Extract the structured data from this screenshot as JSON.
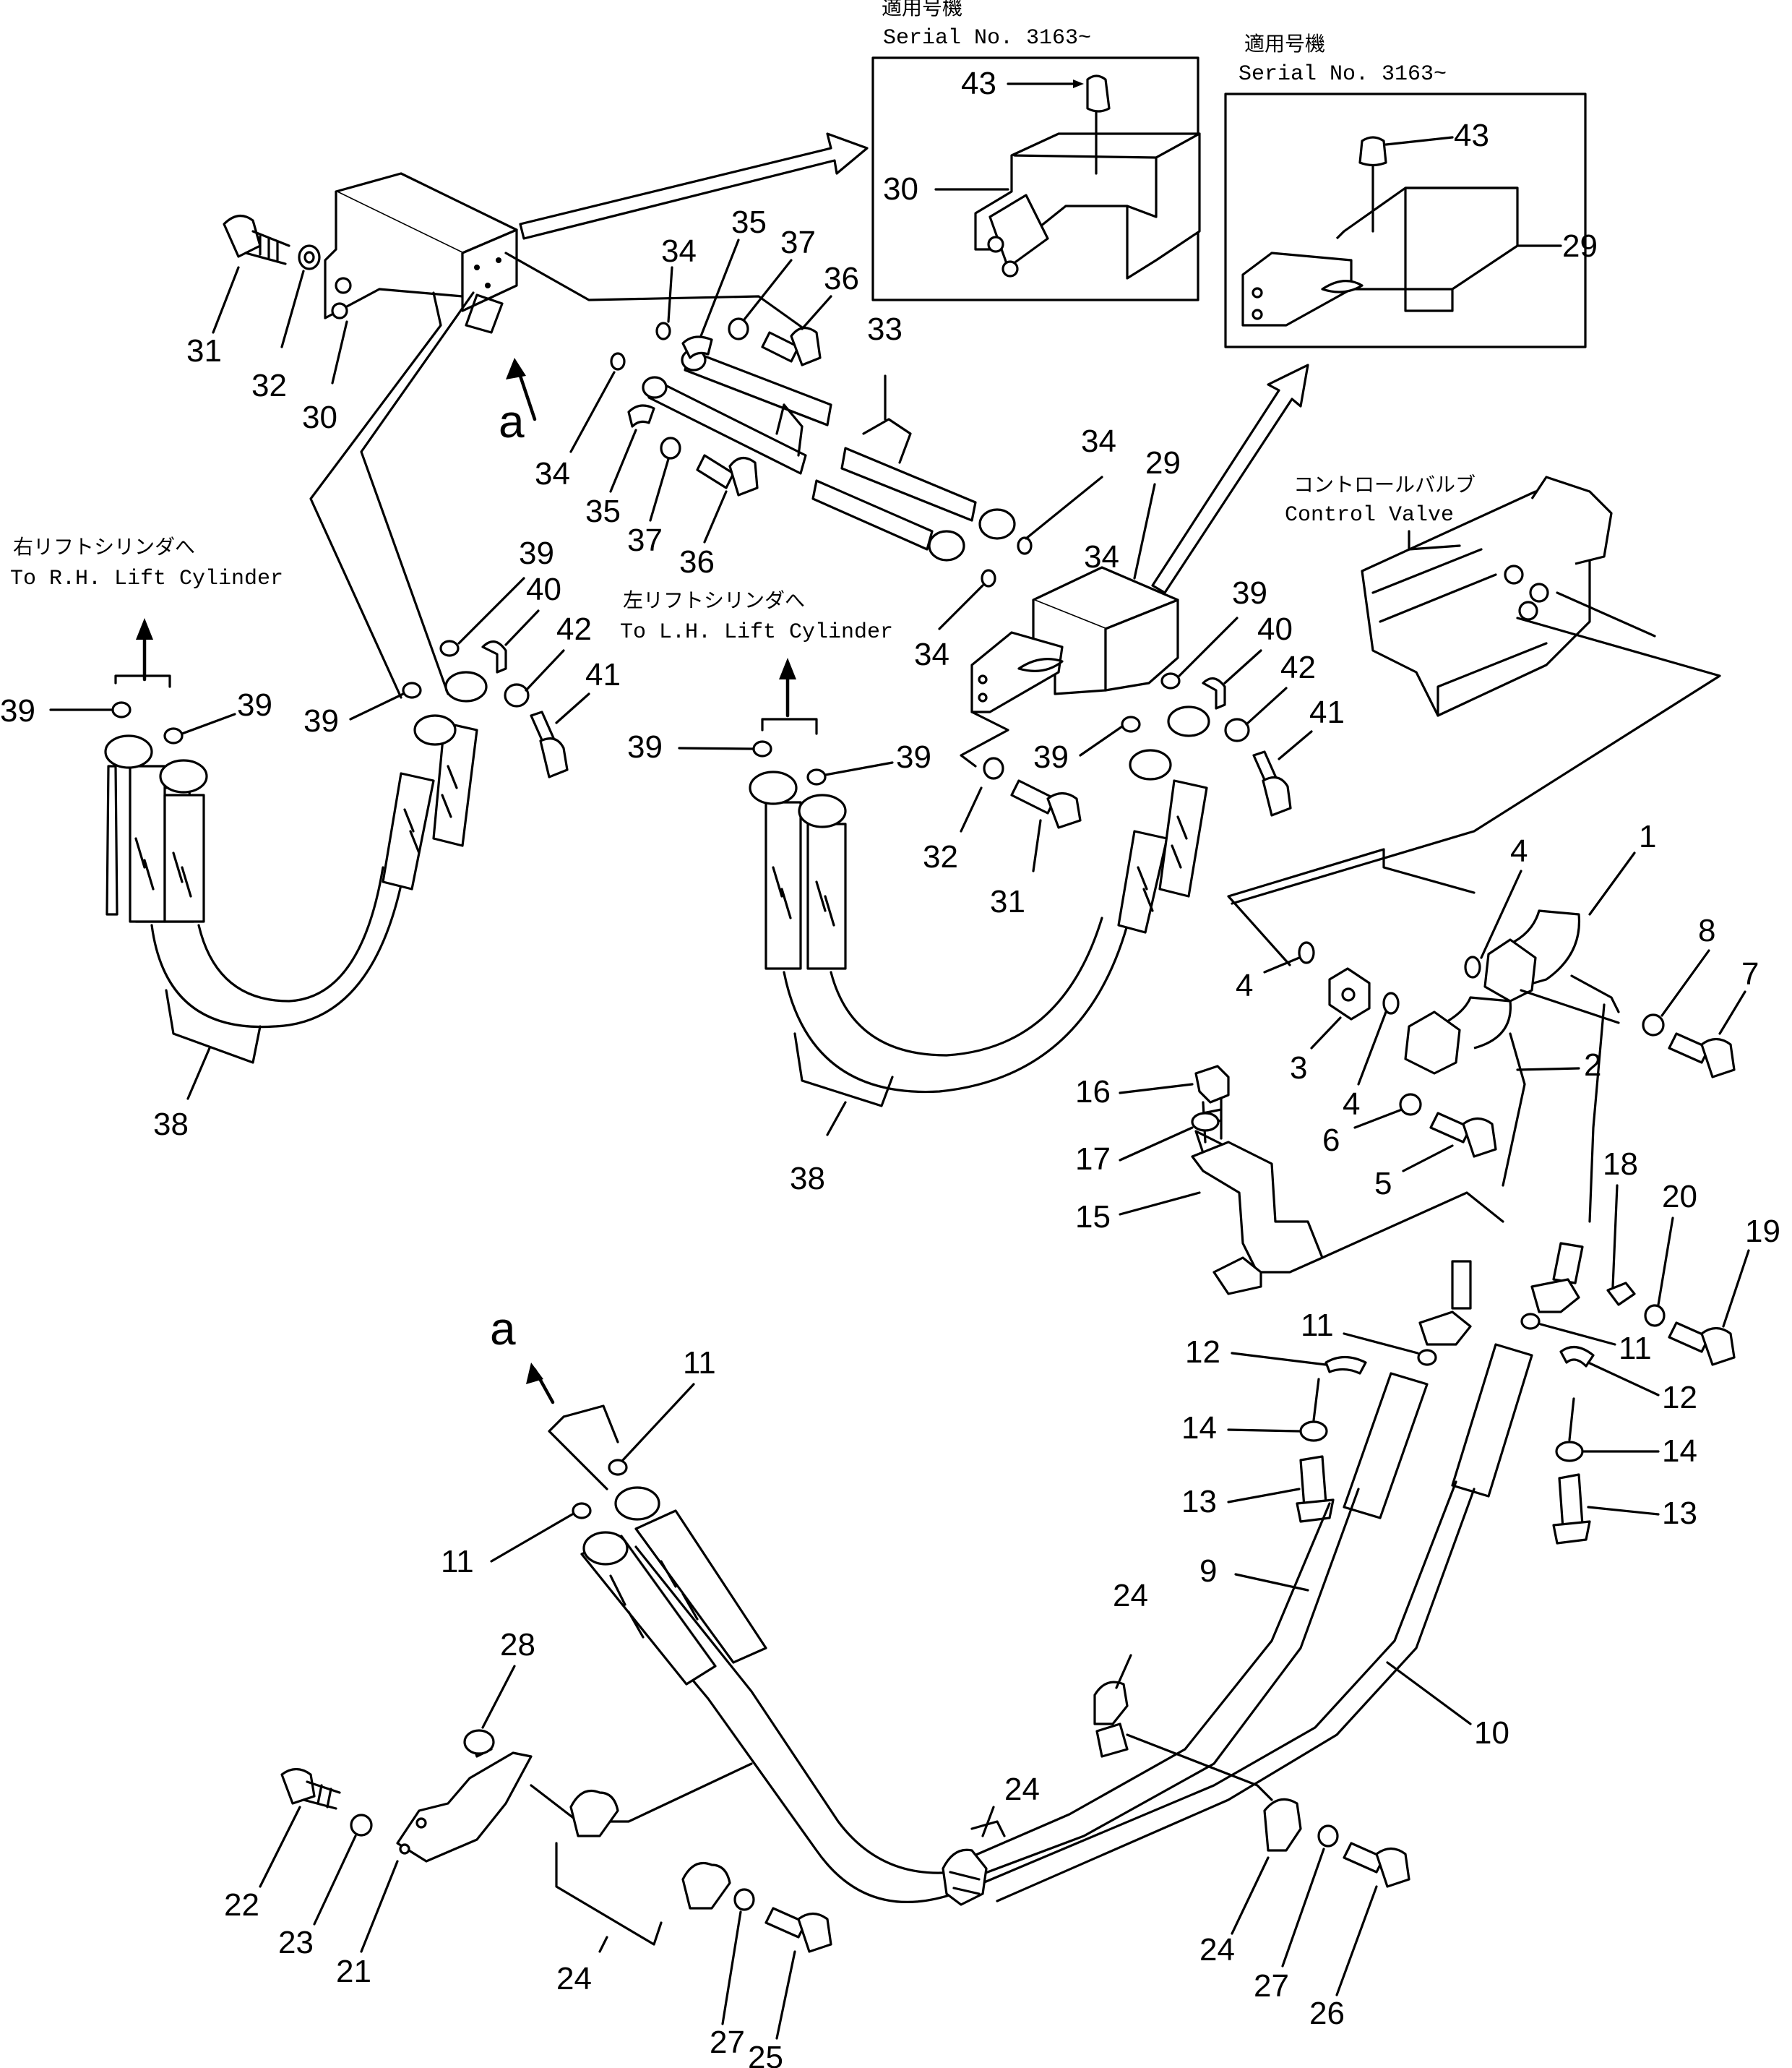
{
  "inset_left": {
    "caption_jp": "適用号機",
    "caption_serial": "Serial No. 3163~",
    "callouts": [
      "43",
      "30"
    ]
  },
  "inset_right": {
    "caption_jp": "適用号機",
    "caption_serial": "Serial No. 3163~",
    "callouts": [
      "43",
      "29"
    ]
  },
  "destinations": {
    "rh_lift_jp": "右リフトシリンダへ",
    "rh_lift_en": "To R.H. Lift Cylinder",
    "lh_lift_jp": "左リフトシリンダへ",
    "lh_lift_en": "To L.H. Lift Cylinder",
    "control_valve_jp": "コントロールバルブ",
    "control_valve_en": "Control Valve"
  },
  "view_marker": "a",
  "callouts": {
    "p31_top": "31",
    "p32_top": "32",
    "p30_top": "30",
    "p34_a": "34",
    "p35_a": "35",
    "p37_a": "37",
    "p36_a": "36",
    "p33": "33",
    "p34_b": "34",
    "p35_b": "35",
    "p37_b": "37",
    "p36_b": "36",
    "p34_c": "34",
    "p29": "29",
    "p34_d": "34",
    "p39_l1": "39",
    "p39_l2": "39",
    "p39_l3": "39",
    "p39_l4": "39",
    "p40_l": "40",
    "p42_l": "42",
    "p41_l": "41",
    "p38_l": "38",
    "p39_m1": "39",
    "p39_m2": "39",
    "p39_m3": "39",
    "p39_m4": "39",
    "p40_m": "40",
    "p42_m": "42",
    "p41_m": "41",
    "p38_m": "38",
    "p32_m": "32",
    "p31_m": "31",
    "p1": "1",
    "p4_a": "4",
    "p4_b": "4",
    "p4_c": "4",
    "p3": "3",
    "p2": "2",
    "p8": "8",
    "p7": "7",
    "p6": "6",
    "p5": "5",
    "p16": "16",
    "p17": "17",
    "p15": "15",
    "p18": "18",
    "p20": "20",
    "p19": "19",
    "p11_a": "11",
    "p11_b": "11",
    "p12_a": "12",
    "p12_b": "12",
    "p14_a": "14",
    "p14_b": "14",
    "p13_a": "13",
    "p13_b": "13",
    "p9": "9",
    "p10": "10",
    "p11_c": "11",
    "p11_d": "11",
    "p28": "28",
    "p22": "22",
    "p23": "23",
    "p21": "21",
    "p24_a": "24",
    "p24_b": "24",
    "p24_c": "24",
    "p24_d": "24",
    "p27_a": "27",
    "p25": "25",
    "p27_b": "27",
    "p26": "26"
  }
}
